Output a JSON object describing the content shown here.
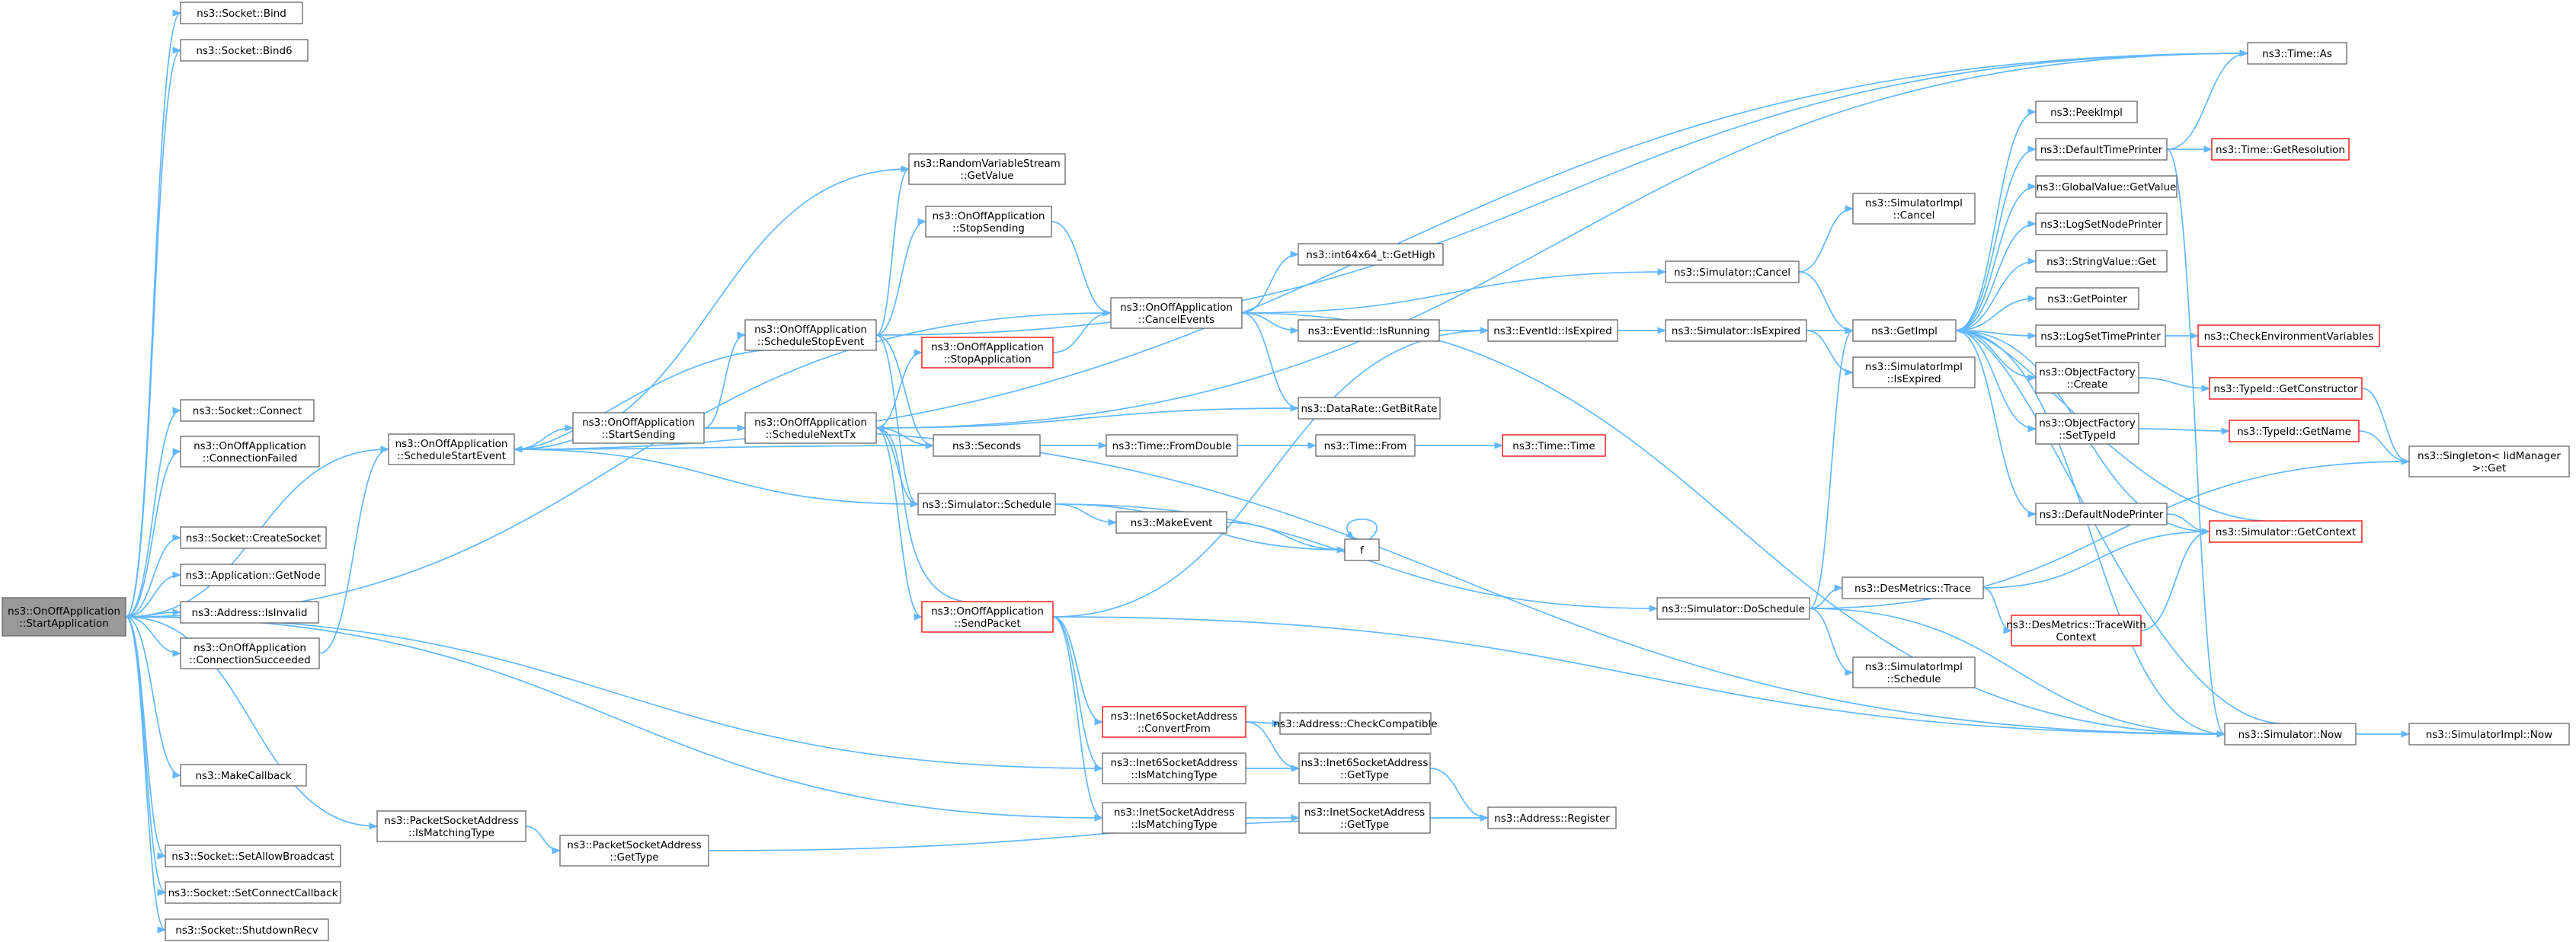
{
  "nodes": [
    {
      "id": "root",
      "lines": [
        "ns3::OnOffApplication",
        "::StartApplication"
      ],
      "kind": "root"
    },
    {
      "id": "bind",
      "lines": [
        "ns3::Socket::Bind"
      ]
    },
    {
      "id": "bind6",
      "lines": [
        "ns3::Socket::Bind6"
      ]
    },
    {
      "id": "connect",
      "lines": [
        "ns3::Socket::Connect"
      ]
    },
    {
      "id": "connfailed",
      "lines": [
        "ns3::OnOffApplication",
        "::ConnectionFailed"
      ]
    },
    {
      "id": "createsocket",
      "lines": [
        "ns3::Socket::CreateSocket"
      ]
    },
    {
      "id": "getnode",
      "lines": [
        "ns3::Application::GetNode"
      ]
    },
    {
      "id": "isinvalid",
      "lines": [
        "ns3::Address::IsInvalid"
      ]
    },
    {
      "id": "connsucc",
      "lines": [
        "ns3::OnOffApplication",
        "::ConnectionSucceeded"
      ]
    },
    {
      "id": "makecallback",
      "lines": [
        "ns3::MakeCallback"
      ]
    },
    {
      "id": "pktmatch",
      "lines": [
        "ns3::PacketSocketAddress",
        "::IsMatchingType"
      ]
    },
    {
      "id": "pktgettype",
      "lines": [
        "ns3::PacketSocketAddress",
        "::GetType"
      ]
    },
    {
      "id": "allowbcast",
      "lines": [
        "ns3::Socket::SetAllowBroadcast"
      ]
    },
    {
      "id": "setconncb",
      "lines": [
        "ns3::Socket::SetConnectCallback"
      ]
    },
    {
      "id": "shutrecv",
      "lines": [
        "ns3::Socket::ShutdownRecv"
      ]
    },
    {
      "id": "schedstart",
      "lines": [
        "ns3::OnOffApplication",
        "::ScheduleStartEvent"
      ]
    },
    {
      "id": "startsend",
      "lines": [
        "ns3::OnOffApplication",
        "::StartSending"
      ]
    },
    {
      "id": "schedstop",
      "lines": [
        "ns3::OnOffApplication",
        "::ScheduleStopEvent"
      ]
    },
    {
      "id": "schednext",
      "lines": [
        "ns3::OnOffApplication",
        "::ScheduleNextTx"
      ]
    },
    {
      "id": "rvsget",
      "lines": [
        "ns3::RandomVariableStream",
        "::GetValue"
      ]
    },
    {
      "id": "stopsending",
      "lines": [
        "ns3::OnOffApplication",
        "::StopSending"
      ]
    },
    {
      "id": "stopapp",
      "lines": [
        "ns3::OnOffApplication",
        "::StopApplication"
      ],
      "kind": "red"
    },
    {
      "id": "seconds",
      "lines": [
        "ns3::Seconds"
      ]
    },
    {
      "id": "simschedule",
      "lines": [
        "ns3::Simulator::Schedule"
      ]
    },
    {
      "id": "sendpacket",
      "lines": [
        "ns3::OnOffApplication",
        "::SendPacket"
      ],
      "kind": "red"
    },
    {
      "id": "cancelevents",
      "lines": [
        "ns3::OnOffApplication",
        "::CancelEvents"
      ]
    },
    {
      "id": "int64high",
      "lines": [
        "ns3::int64x64_t::GetHigh"
      ]
    },
    {
      "id": "isrunning",
      "lines": [
        "ns3::EventId::IsRunning"
      ]
    },
    {
      "id": "datarate",
      "lines": [
        "ns3::DataRate::GetBitRate"
      ]
    },
    {
      "id": "fromdouble",
      "lines": [
        "ns3::Time::FromDouble"
      ]
    },
    {
      "id": "makeevent",
      "lines": [
        "ns3::MakeEvent"
      ]
    },
    {
      "id": "f",
      "lines": [
        "f"
      ]
    },
    {
      "id": "i6convert",
      "lines": [
        "ns3::Inet6SocketAddress",
        "::ConvertFrom"
      ],
      "kind": "red"
    },
    {
      "id": "i6match",
      "lines": [
        "ns3::Inet6SocketAddress",
        "::IsMatchingType"
      ]
    },
    {
      "id": "i4match",
      "lines": [
        "ns3::InetSocketAddress",
        "::IsMatchingType"
      ]
    },
    {
      "id": "checkcompat",
      "lines": [
        "ns3::Address::CheckCompatible"
      ]
    },
    {
      "id": "i6gettype",
      "lines": [
        "ns3::Inet6SocketAddress",
        "::GetType"
      ]
    },
    {
      "id": "i4gettype",
      "lines": [
        "ns3::InetSocketAddress",
        "::GetType"
      ]
    },
    {
      "id": "register",
      "lines": [
        "ns3::Address::Register"
      ]
    },
    {
      "id": "timefrom",
      "lines": [
        "ns3::Time::From"
      ]
    },
    {
      "id": "timetime",
      "lines": [
        "ns3::Time::Time"
      ],
      "kind": "red"
    },
    {
      "id": "isexpired",
      "lines": [
        "ns3::EventId::IsExpired"
      ]
    },
    {
      "id": "simcancel",
      "lines": [
        "ns3::Simulator::Cancel"
      ]
    },
    {
      "id": "simisexpired",
      "lines": [
        "ns3::Simulator::IsExpired"
      ]
    },
    {
      "id": "simimplcancel",
      "lines": [
        "ns3::SimulatorImpl",
        "::Cancel"
      ]
    },
    {
      "id": "simimplexpired",
      "lines": [
        "ns3::SimulatorImpl",
        "::IsExpired"
      ]
    },
    {
      "id": "getimpl",
      "lines": [
        "ns3::GetImpl"
      ]
    },
    {
      "id": "doschedule",
      "lines": [
        "ns3::Simulator::DoSchedule"
      ]
    },
    {
      "id": "desmetrics",
      "lines": [
        "ns3::DesMetrics::Trace"
      ]
    },
    {
      "id": "desmetricsctx",
      "lines": [
        "ns3::DesMetrics::TraceWith",
        "Context"
      ],
      "kind": "red"
    },
    {
      "id": "simimplsched",
      "lines": [
        "ns3::SimulatorImpl",
        "::Schedule"
      ]
    },
    {
      "id": "peekimpl",
      "lines": [
        "ns3::PeekImpl"
      ]
    },
    {
      "id": "deftimeprinter",
      "lines": [
        "ns3::DefaultTimePrinter"
      ]
    },
    {
      "id": "gvget",
      "lines": [
        "ns3::GlobalValue::GetValue"
      ]
    },
    {
      "id": "logsetnode",
      "lines": [
        "ns3::LogSetNodePrinter"
      ]
    },
    {
      "id": "stringget",
      "lines": [
        "ns3::StringValue::Get"
      ]
    },
    {
      "id": "getpointer",
      "lines": [
        "ns3::GetPointer"
      ]
    },
    {
      "id": "logsettime",
      "lines": [
        "ns3::LogSetTimePrinter"
      ]
    },
    {
      "id": "ofcreate",
      "lines": [
        "ns3::ObjectFactory",
        "::Create"
      ]
    },
    {
      "id": "ofsettype",
      "lines": [
        "ns3::ObjectFactory",
        "::SetTypeId"
      ]
    },
    {
      "id": "defnodeprinter",
      "lines": [
        "ns3::DefaultNodePrinter"
      ]
    },
    {
      "id": "simgetctx",
      "lines": [
        "ns3::Simulator::GetContext"
      ],
      "kind": "red"
    },
    {
      "id": "simnow",
      "lines": [
        "ns3::Simulator::Now"
      ]
    },
    {
      "id": "simimplnow",
      "lines": [
        "ns3::SimulatorImpl::Now"
      ]
    },
    {
      "id": "timeas",
      "lines": [
        "ns3::Time::As"
      ]
    },
    {
      "id": "timegetres",
      "lines": [
        "ns3::Time::GetResolution"
      ],
      "kind": "red"
    },
    {
      "id": "checkenv",
      "lines": [
        "ns3::CheckEnvironmentVariables"
      ],
      "kind": "red"
    },
    {
      "id": "typeidctor",
      "lines": [
        "ns3::TypeId::GetConstructor"
      ],
      "kind": "red"
    },
    {
      "id": "typeidname",
      "lines": [
        "ns3::TypeId::GetName"
      ],
      "kind": "red"
    },
    {
      "id": "singleton",
      "lines": [
        "ns3::Singleton< IidManager",
        ">::Get"
      ]
    }
  ],
  "edges": [
    [
      "root",
      "bind"
    ],
    [
      "root",
      "bind6"
    ],
    [
      "root",
      "cancelevents"
    ],
    [
      "root",
      "connect"
    ],
    [
      "root",
      "connfailed"
    ],
    [
      "root",
      "connsucc"
    ],
    [
      "root",
      "createsocket"
    ],
    [
      "root",
      "getnode"
    ],
    [
      "root",
      "i6match"
    ],
    [
      "root",
      "i4match"
    ],
    [
      "root",
      "isinvalid"
    ],
    [
      "root",
      "makecallback"
    ],
    [
      "root",
      "pktmatch"
    ],
    [
      "root",
      "schedstart"
    ],
    [
      "root",
      "allowbcast"
    ],
    [
      "root",
      "setconncb"
    ],
    [
      "root",
      "shutrecv"
    ],
    [
      "connsucc",
      "schedstart"
    ],
    [
      "pktmatch",
      "pktgettype"
    ],
    [
      "pktgettype",
      "register"
    ],
    [
      "schedstart",
      "timeas"
    ],
    [
      "schedstart",
      "rvsget"
    ],
    [
      "schedstart",
      "seconds"
    ],
    [
      "schedstart",
      "simschedule"
    ],
    [
      "schedstart",
      "startsend"
    ],
    [
      "startsend",
      "schednext"
    ],
    [
      "startsend",
      "schedstop"
    ],
    [
      "startsend",
      "simnow"
    ],
    [
      "schedstop",
      "timeas"
    ],
    [
      "schedstop",
      "rvsget"
    ],
    [
      "schedstop",
      "seconds"
    ],
    [
      "schedstop",
      "simschedule"
    ],
    [
      "schedstop",
      "stopsending"
    ],
    [
      "schedstop",
      "schedstart"
    ],
    [
      "schednext",
      "timeas"
    ],
    [
      "schednext",
      "datarate"
    ],
    [
      "schednext",
      "seconds"
    ],
    [
      "schednext",
      "sendpacket"
    ],
    [
      "schednext",
      "simschedule"
    ],
    [
      "schednext",
      "stopapp"
    ],
    [
      "stopapp",
      "cancelevents"
    ],
    [
      "stopsending",
      "cancelevents"
    ],
    [
      "cancelevents",
      "int64high"
    ],
    [
      "cancelevents",
      "isrunning"
    ],
    [
      "cancelevents",
      "datarate"
    ],
    [
      "cancelevents",
      "simcancel"
    ],
    [
      "cancelevents",
      "simnow"
    ],
    [
      "isrunning",
      "isexpired"
    ],
    [
      "isexpired",
      "simisexpired"
    ],
    [
      "simisexpired",
      "getimpl"
    ],
    [
      "simisexpired",
      "simimplexpired"
    ],
    [
      "simcancel",
      "getimpl"
    ],
    [
      "simcancel",
      "simimplcancel"
    ],
    [
      "seconds",
      "fromdouble"
    ],
    [
      "fromdouble",
      "timefrom"
    ],
    [
      "timefrom",
      "timetime"
    ],
    [
      "simschedule",
      "makeevent"
    ],
    [
      "simschedule",
      "f"
    ],
    [
      "simschedule",
      "doschedule"
    ],
    [
      "makeevent",
      "f"
    ],
    [
      "f",
      "f"
    ],
    [
      "sendpacket",
      "i6convert"
    ],
    [
      "sendpacket",
      "i6match"
    ],
    [
      "sendpacket",
      "i4match"
    ],
    [
      "sendpacket",
      "isexpired"
    ],
    [
      "sendpacket",
      "schednext"
    ],
    [
      "sendpacket",
      "simnow"
    ],
    [
      "i6convert",
      "checkcompat"
    ],
    [
      "i6convert",
      "i6gettype"
    ],
    [
      "i6match",
      "i6gettype"
    ],
    [
      "i4match",
      "i4gettype"
    ],
    [
      "i6gettype",
      "register"
    ],
    [
      "i4gettype",
      "register"
    ],
    [
      "doschedule",
      "desmetrics"
    ],
    [
      "doschedule",
      "getimpl"
    ],
    [
      "doschedule",
      "simimplsched"
    ],
    [
      "doschedule",
      "simnow"
    ],
    [
      "doschedule",
      "singleton"
    ],
    [
      "desmetrics",
      "desmetricsctx"
    ],
    [
      "desmetrics",
      "simgetctx"
    ],
    [
      "desmetricsctx",
      "simgetctx"
    ],
    [
      "getimpl",
      "peekimpl"
    ],
    [
      "getimpl",
      "deftimeprinter"
    ],
    [
      "getimpl",
      "gvget"
    ],
    [
      "getimpl",
      "logsetnode"
    ],
    [
      "getimpl",
      "stringget"
    ],
    [
      "getimpl",
      "getpointer"
    ],
    [
      "getimpl",
      "logsettime"
    ],
    [
      "getimpl",
      "ofcreate"
    ],
    [
      "getimpl",
      "ofsettype"
    ],
    [
      "getimpl",
      "defnodeprinter"
    ],
    [
      "getimpl",
      "simgetctx"
    ],
    [
      "getimpl",
      "simnow"
    ],
    [
      "deftimeprinter",
      "timeas"
    ],
    [
      "deftimeprinter",
      "timegetres"
    ],
    [
      "deftimeprinter",
      "simnow"
    ],
    [
      "logsettime",
      "checkenv"
    ],
    [
      "ofcreate",
      "typeidctor"
    ],
    [
      "ofsettype",
      "typeidname"
    ],
    [
      "typeidctor",
      "singleton"
    ],
    [
      "typeidname",
      "singleton"
    ],
    [
      "defnodeprinter",
      "simgetctx"
    ],
    [
      "simgetctx",
      "getimpl"
    ],
    [
      "simnow",
      "simimplnow"
    ],
    [
      "simnow",
      "getimpl"
    ]
  ]
}
